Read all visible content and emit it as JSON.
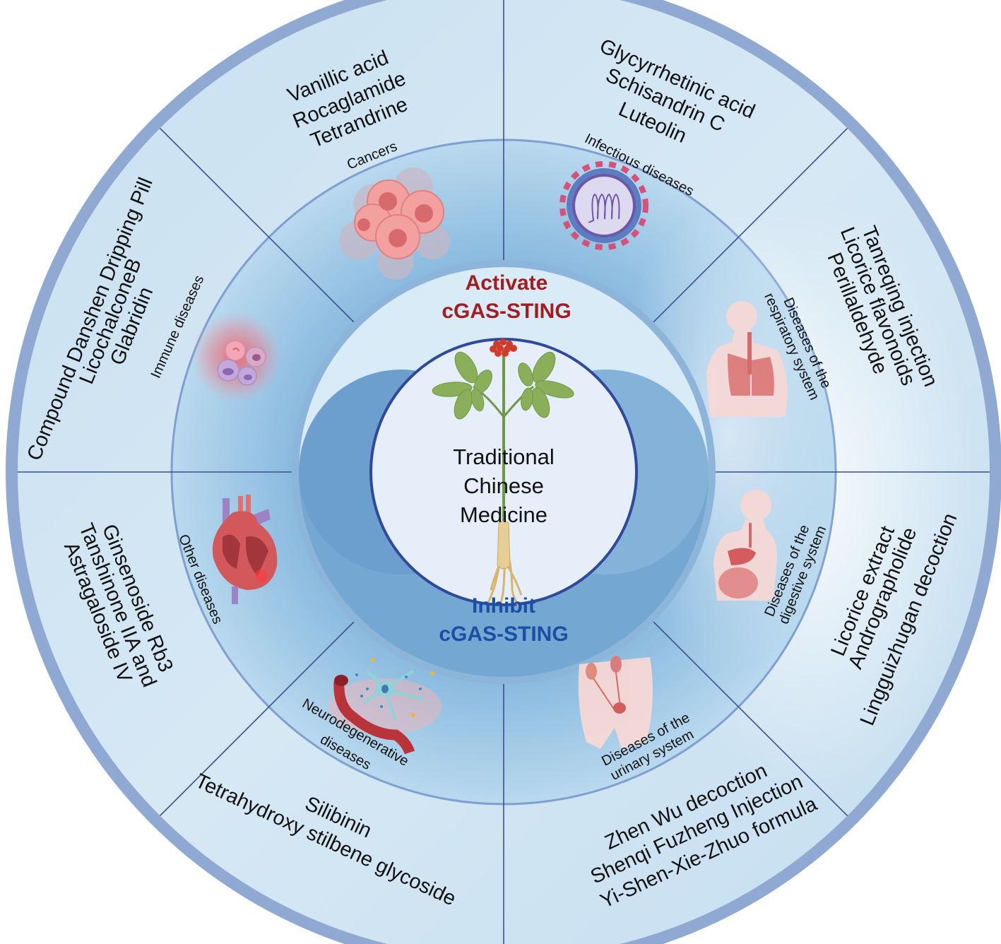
{
  "center": {
    "title_lines": [
      "Traditional",
      "Chinese",
      "Medicine"
    ],
    "activate": {
      "line1": "Activate",
      "line2": "cGAS-STING",
      "color": "#a11d1f"
    },
    "inhibit": {
      "line1": "Inhibit",
      "line2": "cGAS-STING",
      "color": "#1a4fa6"
    }
  },
  "colors": {
    "outer_rim": "#8fa9d3",
    "outer_ring": "#cfe4f2",
    "middle_ring": "#a6cde6",
    "inner_ring_light": "#d8ebf6",
    "inner_ring_dark": "#6d9fce",
    "center_disk": "#e4eef9",
    "divider": "#3a4f8c"
  },
  "segments": [
    {
      "id": "cancers",
      "disease": "Cancers",
      "icon": "cancer-cells-icon",
      "drugs": [
        "Vanillic acid",
        "Rocaglamide",
        "Tetrandrine"
      ]
    },
    {
      "id": "infectious",
      "disease": "Infectious diseases",
      "icon": "virus-icon",
      "drugs": [
        "Glycyrrhetinic acid",
        "Schisandrin C",
        "Luteolin"
      ]
    },
    {
      "id": "respiratory",
      "disease": [
        "Diseases of the",
        "respiratory system"
      ],
      "icon": "respiratory-system-icon",
      "drugs": [
        "Tanreqing injection",
        "Licorice flavonoids",
        "Perillaldehyde"
      ]
    },
    {
      "id": "digestive",
      "disease": [
        "Diseases of the",
        "digestive system"
      ],
      "icon": "digestive-system-icon",
      "drugs": [
        "Licorice extract",
        "Andrographolide",
        "Lingguizhugan decoction"
      ]
    },
    {
      "id": "urinary",
      "disease": [
        "Diseases of the",
        "urinary system"
      ],
      "icon": "urinary-system-icon",
      "drugs": [
        "Zhen Wu decoction",
        "Shenqi Fuzheng Injection",
        "Yi-Shen-Xie-Zhuo formula"
      ]
    },
    {
      "id": "neurodegenerative",
      "disease": [
        "Neurodegenerative",
        "diseases"
      ],
      "icon": "neuron-icon",
      "drugs": [
        "Silibinin",
        "Tetrahydroxy stilbene glycoside"
      ]
    },
    {
      "id": "other",
      "disease": "Other diseases",
      "icon": "heart-icon",
      "drugs": [
        "Ginsenoside Rb3",
        "Tanshinone IIA and",
        "Astragaloside IV"
      ]
    },
    {
      "id": "immune",
      "disease": "Immune diseases",
      "icon": "immune-cells-icon",
      "drugs": [
        "Compound Danshen Dripping Pill",
        "LicochalconeB",
        "Glabridin"
      ]
    }
  ]
}
